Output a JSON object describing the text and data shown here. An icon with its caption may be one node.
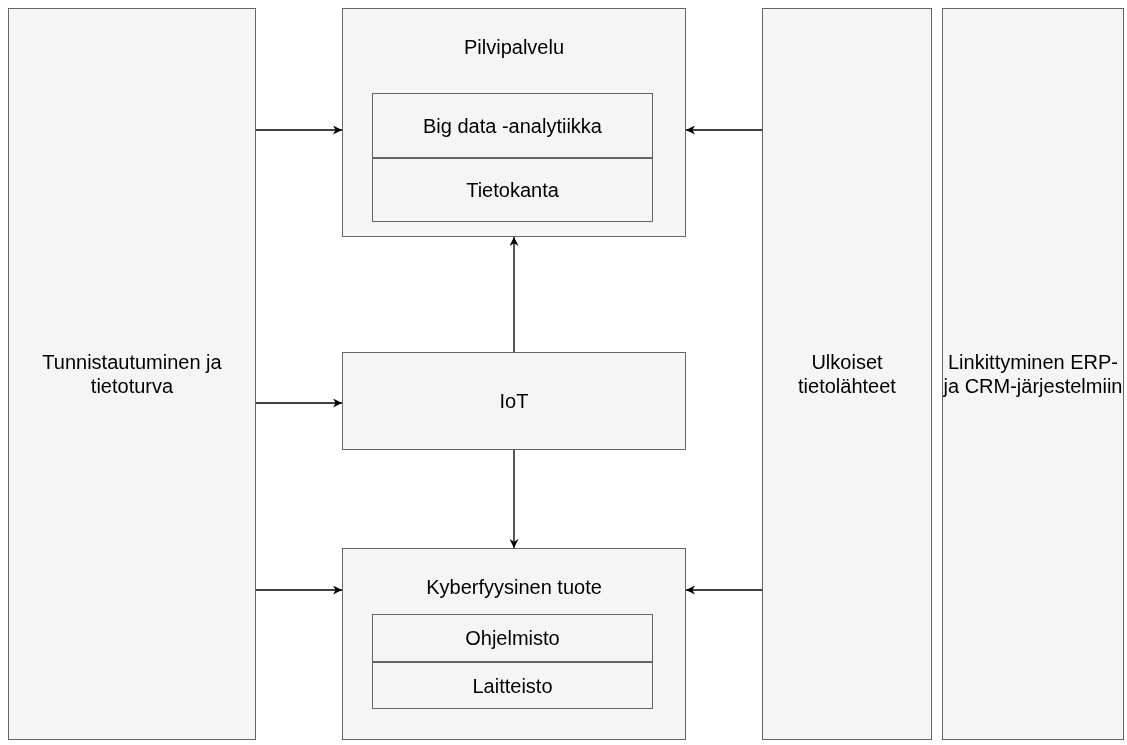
{
  "diagram": {
    "nodes": [
      {
        "text": [
          "Tunnistautuminen ja tietoturva"
        ]
      },
      {
        "text": [
          "Pilvipalvelu"
        ]
      },
      {
        "text": [
          "Big data -analytiikka"
        ],
        "in": 1
      },
      {
        "text": [
          "Tietokanta"
        ],
        "in": 1
      },
      {
        "text": [
          "IoT"
        ]
      },
      {
        "text": [
          "Kyberfyysinen tuote"
        ]
      },
      {
        "text": [
          "Ohjelmisto"
        ],
        "in": 5
      },
      {
        "text": [
          "Laitteisto"
        ],
        "in": 5
      },
      {
        "text": [
          "Ulkoiset tietolähteet"
        ]
      },
      {
        "text": [
          "Linkittyminen ERP- ja CRM-järjestelmiin"
        ]
      }
    ],
    "edges": [
      {
        "from": 0,
        "to": 1,
        "arrow": "to"
      },
      {
        "from": 8,
        "to": 1,
        "arrow": "to"
      },
      {
        "from": 4,
        "to": 1,
        "arrow": "to"
      },
      {
        "from": 0,
        "to": 4,
        "arrow": "to"
      },
      {
        "from": 4,
        "to": 5,
        "arrow": "to"
      },
      {
        "from": 0,
        "to": 5,
        "arrow": "to"
      },
      {
        "from": 8,
        "to": 5,
        "arrow": "to"
      }
    ]
  }
}
